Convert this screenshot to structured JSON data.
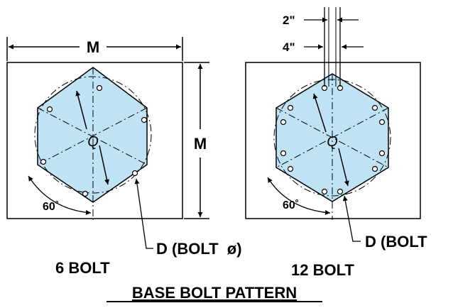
{
  "left_pattern": {
    "width_label": "M",
    "center_label": "Q",
    "angle_label": "60˚",
    "bolt_label": "D (BOLT  ø)",
    "caption": "6 BOLT"
  },
  "right_pattern": {
    "gap_small_label": "2\"",
    "gap_large_label": "4\"",
    "center_label": "Q",
    "angle_label": "60˚",
    "bolt_label": "D (BOLT",
    "caption": "12 BOLT"
  },
  "height_label": "M",
  "title": "BASE BOLT PATTERN",
  "colors": {
    "hexagon_fill": "#bfe3f5",
    "line": "#000000",
    "background": "#ffffff"
  }
}
